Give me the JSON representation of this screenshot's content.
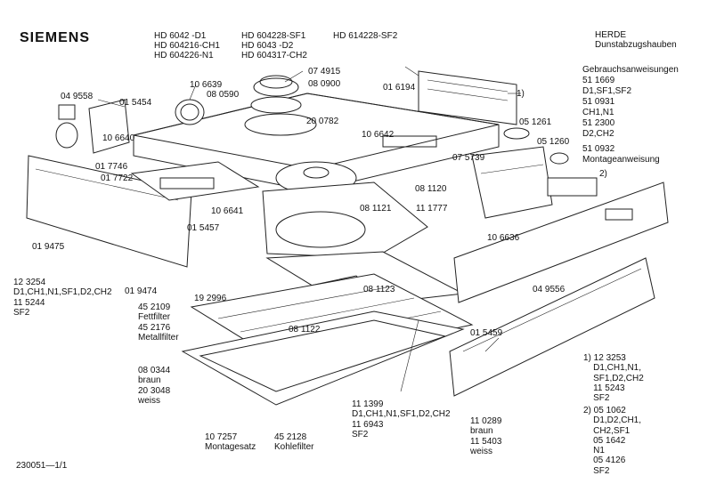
{
  "brand": "SIEMENS",
  "models": {
    "col1": [
      "HD 6042 -D1",
      "HD 604216-CH1",
      "HD 604226-N1"
    ],
    "col2": [
      "HD 604228-SF1",
      "HD 6043 -D2",
      "HD 604317-CH2"
    ],
    "col3": [
      "HD 614228-SF2"
    ]
  },
  "maker": [
    "HERDE",
    "Dunstabzugshauben"
  ],
  "docs": [
    "Gebrauchsanweisungen",
    "51 1669",
    "D1,SF1,SF2",
    "51 0931",
    "CH1,N1",
    "51 2300",
    "D2,CH2",
    "51 0932",
    "Montageanweisung"
  ],
  "parts": [
    {
      "id": "p1",
      "text": "04 9558"
    },
    {
      "id": "p2",
      "text": "01 5454"
    },
    {
      "id": "p3",
      "text": "10 6639"
    },
    {
      "id": "p4",
      "text": "08 0590"
    },
    {
      "id": "p5",
      "text": "07 4915"
    },
    {
      "id": "p6",
      "text": "08 0900"
    },
    {
      "id": "p7",
      "text": "01 6194"
    },
    {
      "id": "p8",
      "text": "1)"
    },
    {
      "id": "p9",
      "text": "20 0782"
    },
    {
      "id": "p10",
      "text": "10 6640"
    },
    {
      "id": "p11",
      "text": "10 6642"
    },
    {
      "id": "p12",
      "text": "05 1261"
    },
    {
      "id": "p13",
      "text": "05 1260"
    },
    {
      "id": "p14",
      "text": "01 7746"
    },
    {
      "id": "p15",
      "text": "07 5739"
    },
    {
      "id": "p16",
      "text": "01 7722"
    },
    {
      "id": "p17",
      "text": "2)"
    },
    {
      "id": "p18",
      "text": "08 1120"
    },
    {
      "id": "p19",
      "text": "10 6641"
    },
    {
      "id": "p20",
      "text": "08 1121"
    },
    {
      "id": "p21",
      "text": "11 1777"
    },
    {
      "id": "p22",
      "text": "01 5457"
    },
    {
      "id": "p23",
      "text": "10 6636"
    },
    {
      "id": "p24",
      "text": "01 9475"
    },
    {
      "id": "p25",
      "text": "04 9556"
    },
    {
      "id": "p26",
      "text": "01 9474"
    },
    {
      "id": "p27",
      "text": "08 1123"
    },
    {
      "id": "p28",
      "text": "19 2996"
    },
    {
      "id": "p29",
      "text": "08 1122"
    },
    {
      "id": "p30",
      "text": "01 5459"
    }
  ],
  "blocks": {
    "b1": "12 3254\nD1,CH1,N1,SF1,D2,CH2\n11 5244\nSF2",
    "b2": "45 2109\nFettfilter\n45 2176\nMetallfilter",
    "b3": "08 0344\nbraun\n20 3048\nweiss",
    "b4": "11 1399\nD1,CH1,N1,SF1,D2,CH2\n11 6943\nSF2",
    "b5": "11 0289\nbraun\n11 5403\nweiss",
    "b6": "10 7257\nMontagesatz",
    "b7": "45 2128\nKohlefilter",
    "n1": "1) 12 3253\n    D1,CH1,N1,\n    SF1,D2,CH2\n    11 5243\n    SF2",
    "n2": "2) 05 1062\n    D1,D2,CH1,\n    CH2,SF1\n    05 1642\n    N1\n    05 4126\n    SF2"
  },
  "footer": "230051—1/1"
}
